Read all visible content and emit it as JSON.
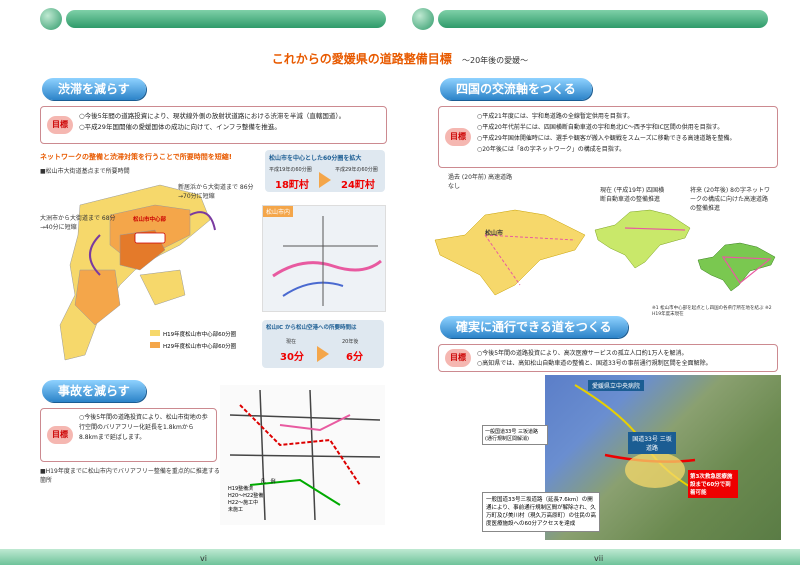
{
  "header": {
    "title": "これからの愛媛県の道路整備目標",
    "subtitle": "～20年後の愛媛～"
  },
  "left": {
    "section1": {
      "heading": "渋滞を減らす",
      "goal_label": "目標",
      "bullets": [
        "○今後5年間の道路投資により、現状線外側の放射状道路における渋滞を半減（直轄国道）。",
        "○平成29年国開催の愛媛国体の成功に向けて、インフラ整備を推進。"
      ],
      "map_caption": "ネットワークの整備と渋滞対策を行うことで所要時間を短縮!",
      "map_note": "■松山市大街道基点まで所要時間",
      "label_niihama": "新居浜から大街道まで 86分→70分に短縮",
      "label_ozu": "大洲市から大街道まで 68分→40分に短縮",
      "label_matsuyama_center": "松山市中心部",
      "legend_1": "H19年度松山市中心部60分圏",
      "legend_2": "H29年度松山市中心部60分圏",
      "panel_title": "松山市を中心とした60分圏を拡大",
      "panel_from_label": "平成19年の60分圏",
      "panel_from_value": "18町村",
      "panel_to_label": "平成29年の60分圏",
      "panel_to_value": "24町村",
      "city_label": "松山市内",
      "panel2_title": "松山IC から松山空港への所要時間は",
      "panel2_from_label": "現在",
      "panel2_from_value": "30分",
      "panel2_to_label": "20年後",
      "panel2_to_value": "6分"
    },
    "section2": {
      "heading": "事故を減らす",
      "goal_label": "目標",
      "text": "○今後5年間の道路投資により、松山市街地の歩行空間のバリアフリー化延長を1.8kmから8.8kmまで延ばします。",
      "note": "■H19年度までに松山市内でバリアフリー整備を重点的に推進する箇所",
      "legend_title": "凡　例",
      "legend_items": [
        "H19整備済",
        "H20～H22整備",
        "H22～施工中",
        "未施工"
      ]
    }
  },
  "right": {
    "section1": {
      "heading": "四国の交流軸をつくる",
      "goal_label": "目標",
      "bullets": [
        "○平成21年度には、宇和島道路の全線暫定供用を目指す。",
        "○平成20年代前半には、四国横断自動車道の宇和島北IC～西予宇和IC区間の供用を目指す。",
        "○平成29年国体開催時には、選手や観客が搬入や観戦をスムーズに移動できる高速道路を整備。",
        "○20年後には「8の字ネットワーク」の構成を目指す。"
      ],
      "label_past": "過去 (20年前) 高速道路なし",
      "label_present": "現在 (平成19年) 四国横断自動車道の整備推進",
      "label_future": "将来 (20年後) 8の字ネットワークの構成に向けた高速道路の整備推進",
      "label_matsuyama": "松山市",
      "footnote": "※1 松山市中心部を起点とし四国の各県庁所在地を結ぶ\n※2 H19年度末現在"
    },
    "section2": {
      "heading": "確実に通行できる道をつくる",
      "goal_label": "目標",
      "bullets": [
        "○今後5年間の道路投資により、高次医療サービスの孤立人口約1万人を解消。",
        "○高知県では、高知松山自動車道の整備と、国道33号の事前通行規制区間を全面解除。"
      ],
      "hospital_label": "愛媛県立中央病院",
      "route_label": "一般国道33号 三坂道路",
      "route_sub": "(通行規制区間解消)",
      "badge": "国道33号 三坂道路",
      "note_box": "一般国道33号三坂道路（延長7.6km）の開通により、事前通行規制区間が解除され、久万町及び美川村（現久万高原町）の住民の高度医療施設への60分アクセスを達成",
      "label_hospital_zone": "第3次救急医療施設まで60分で到着可能"
    }
  },
  "footer": {
    "left_page": "vi",
    "right_page": "vii"
  },
  "colors": {
    "accent": "#e85a00",
    "pill": "#2c83c8",
    "mapOrange": "#f4a64a",
    "mapYellow": "#f6d86b",
    "goalRed": "#e00000"
  }
}
